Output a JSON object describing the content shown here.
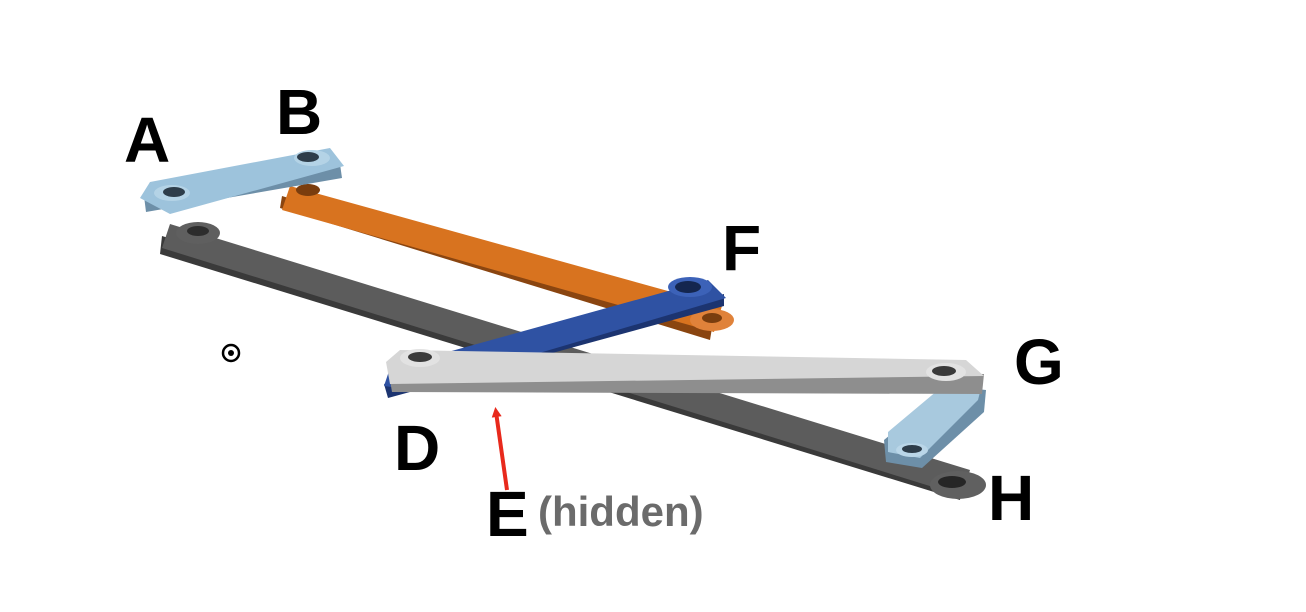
{
  "diagram": {
    "labels": {
      "A": "A",
      "B": "B",
      "D": "D",
      "E": "E",
      "F": "F",
      "G": "G",
      "H": "H"
    },
    "hidden_note": "(hidden)",
    "colors": {
      "light_blue_link": "#9dc3dc",
      "orange_link": "#d8731f",
      "dark_gray_link": "#5c5c5c",
      "blue_link": "#2f52a3",
      "light_gray_link": "#d6d6d6",
      "arrow": "#e8291c",
      "hidden_note_text": "#6b6b6b"
    }
  }
}
